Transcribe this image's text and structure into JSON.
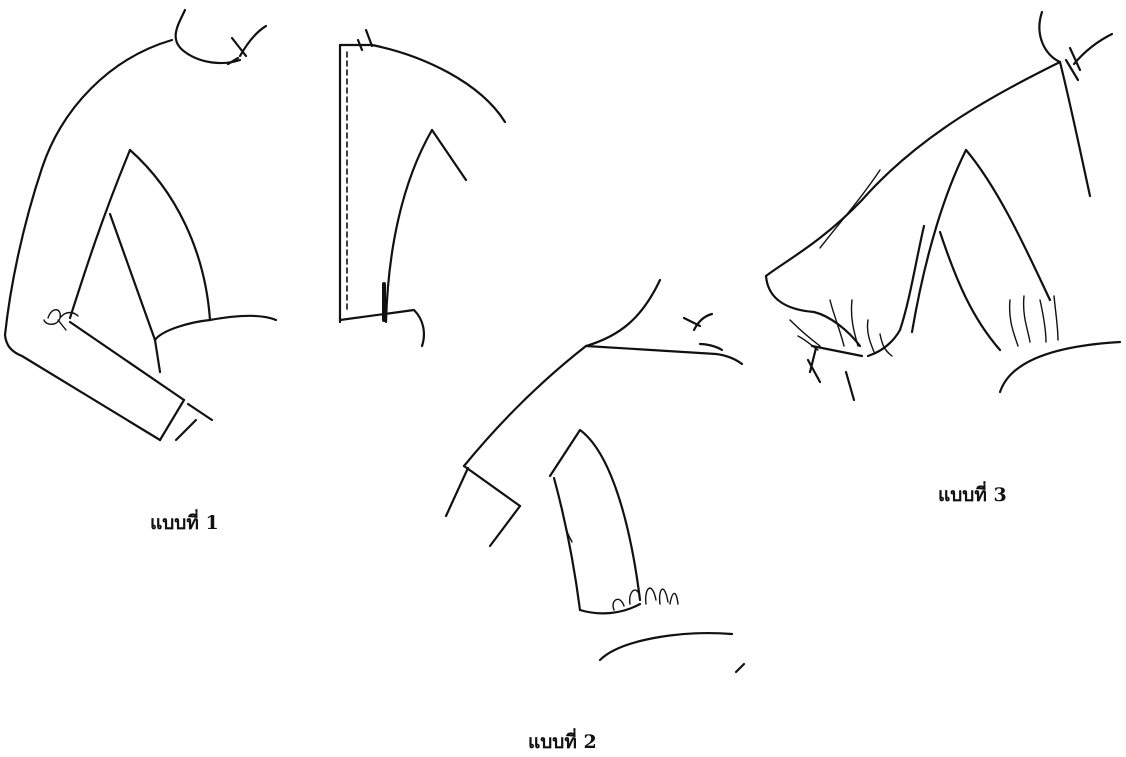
{
  "captions": {
    "style_1": "แบบที่ 1",
    "style_2": "แบบที่ 2",
    "style_3": "แบบที่ 3"
  },
  "colors": {
    "ink": "#111111",
    "paper": "#ffffff"
  }
}
